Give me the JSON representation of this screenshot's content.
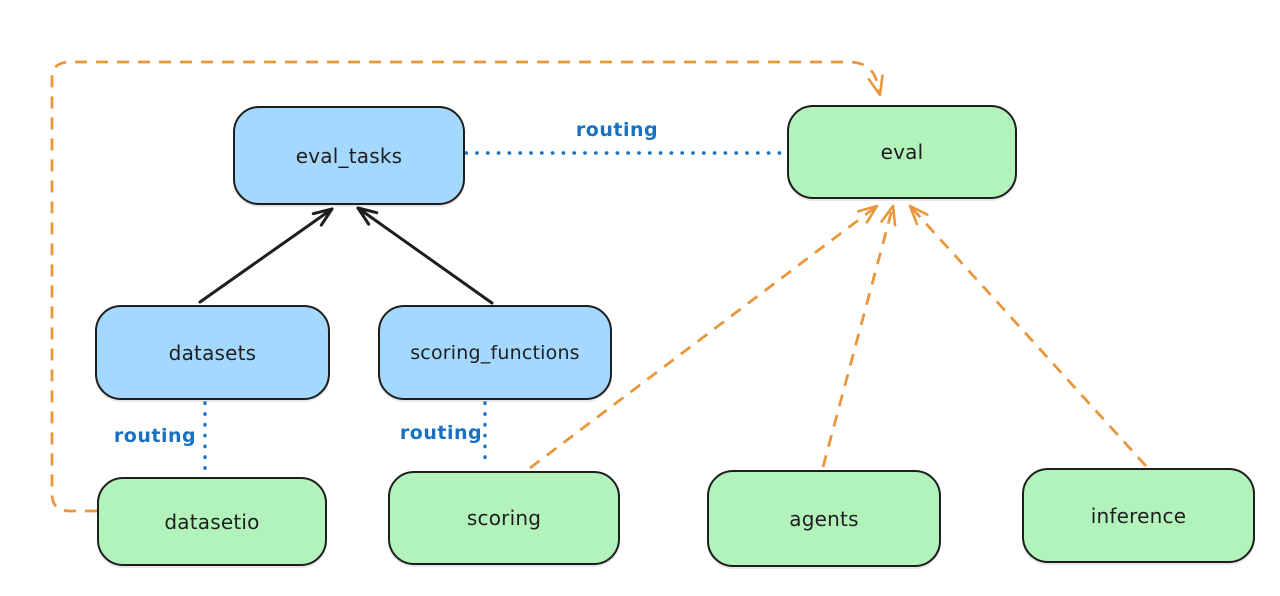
{
  "diagram": {
    "background": "#ffffff",
    "colors": {
      "node_border": "#1e1e1e",
      "blue_node_fill": "#a5d8ff",
      "green_node_fill": "#b2f2bb",
      "routing_blue": "#1971c2",
      "orange": "#e8973c",
      "arrow_black": "#1e1e1e"
    },
    "nodes": {
      "eval_tasks": {
        "label": "eval_tasks",
        "fill": "#a5d8ff"
      },
      "eval": {
        "label": "eval",
        "fill": "#b2f2bb"
      },
      "datasets": {
        "label": "datasets",
        "fill": "#a5d8ff"
      },
      "scoring_functions": {
        "label": "scoring_functions",
        "fill": "#a5d8ff"
      },
      "datasetio": {
        "label": "datasetio",
        "fill": "#b2f2bb"
      },
      "scoring": {
        "label": "scoring",
        "fill": "#b2f2bb"
      },
      "agents": {
        "label": "agents",
        "fill": "#b2f2bb"
      },
      "inference": {
        "label": "inference",
        "fill": "#b2f2bb"
      }
    },
    "edges": [
      {
        "from": "datasets",
        "to": "eval_tasks",
        "style": "solid",
        "color": "black",
        "arrow": true,
        "label": ""
      },
      {
        "from": "scoring_functions",
        "to": "eval_tasks",
        "style": "solid",
        "color": "black",
        "arrow": true,
        "label": ""
      },
      {
        "from": "eval_tasks",
        "to": "eval",
        "style": "dotted",
        "color": "blue",
        "arrow": false,
        "label": "routing"
      },
      {
        "from": "datasets",
        "to": "datasetio",
        "style": "dotted",
        "color": "blue",
        "arrow": false,
        "label": "routing"
      },
      {
        "from": "scoring_functions",
        "to": "scoring",
        "style": "dotted",
        "color": "blue",
        "arrow": false,
        "label": "routing"
      },
      {
        "from": "scoring",
        "to": "eval",
        "style": "dashed",
        "color": "orange",
        "arrow": true,
        "label": ""
      },
      {
        "from": "agents",
        "to": "eval",
        "style": "dashed",
        "color": "orange",
        "arrow": true,
        "label": ""
      },
      {
        "from": "inference",
        "to": "eval",
        "style": "dashed",
        "color": "orange",
        "arrow": true,
        "label": ""
      },
      {
        "from": "datasetio",
        "to": "eval",
        "style": "dashed",
        "color": "orange",
        "arrow": true,
        "label": ""
      }
    ]
  }
}
